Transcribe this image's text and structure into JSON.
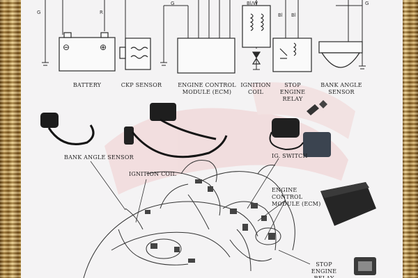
{
  "schematic": {
    "components": [
      {
        "key": "battery",
        "label": "BATTERY"
      },
      {
        "key": "ckp",
        "label": "CKP SENSOR"
      },
      {
        "key": "ecm",
        "label": "ENGINE CONTROL MODULE (ECM)"
      },
      {
        "key": "coil",
        "label": "IGNITION COIL"
      },
      {
        "key": "relay",
        "label": "STOP ENGINE RELAY"
      },
      {
        "key": "bank",
        "label": "BANK ANGLE SENSOR"
      }
    ],
    "wire_labels": {
      "battery_g": "G",
      "battery_r": "R",
      "ecm_g": "G",
      "coil_bw": "Bl/W",
      "relay_bl1": "Bl",
      "relay_bl2": "Bl",
      "bank_g": "G"
    }
  },
  "callouts": {
    "bank_angle_sensor": "BANK ANGLE SENSOR",
    "ignition_coil": "IGNITION COIL",
    "ig_switch": "IG. SWITCH",
    "ecm": "ENGINE CONTROL MODULE (ECM)",
    "stop_engine_relay": "STOP ENGINE RELAY"
  },
  "colors": {
    "frame_gold": "#caa35a",
    "poster_bg": "#f4f3f4",
    "line": "#2a2a2a",
    "scooter_ghost": "#e6b8b8"
  }
}
